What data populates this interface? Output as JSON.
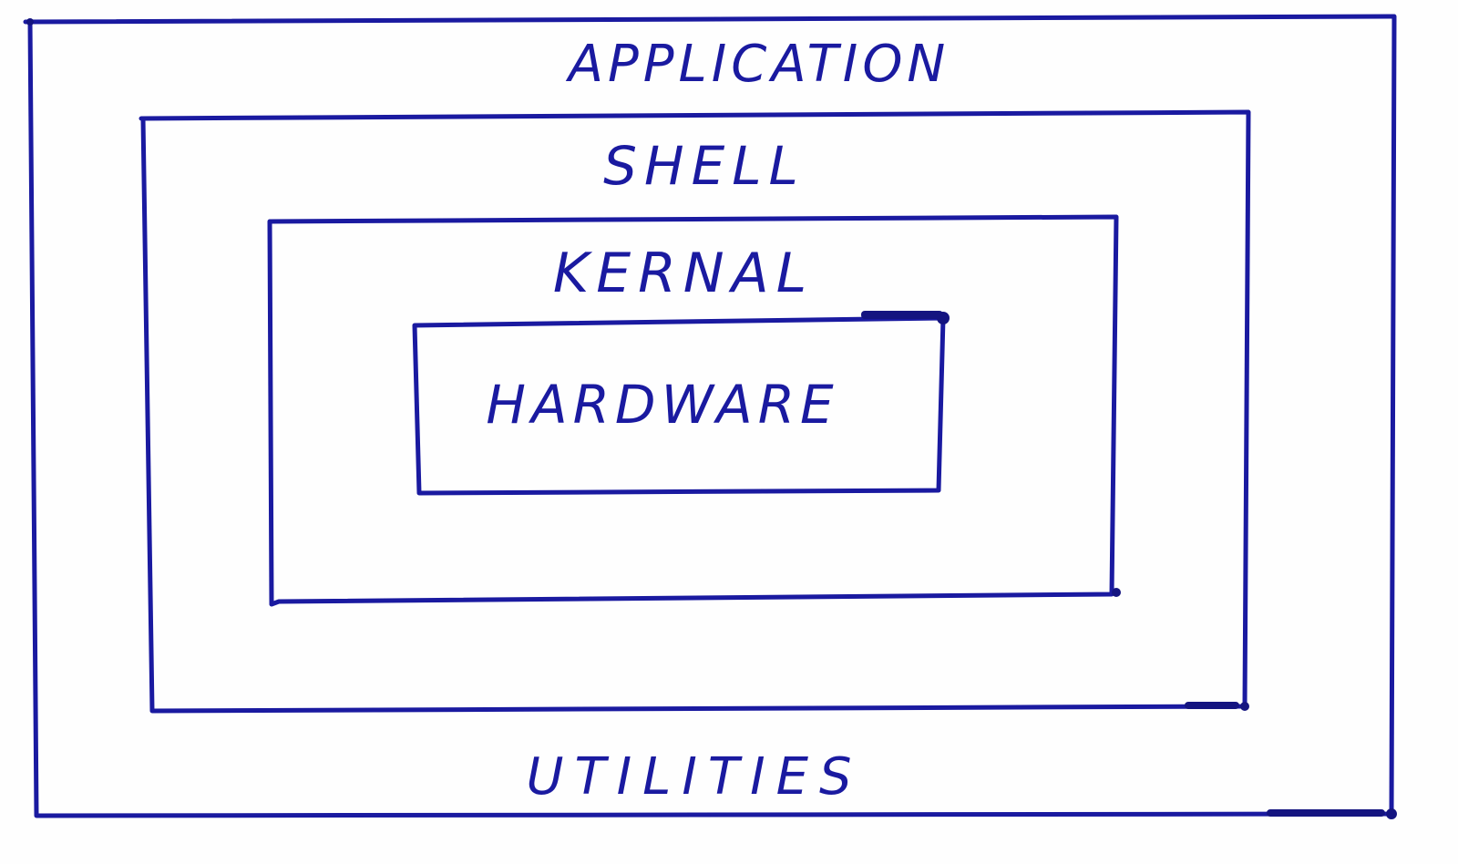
{
  "diagram": {
    "type": "nested-layers",
    "ink_color": "#1a1aa0",
    "layers": [
      {
        "id": "application",
        "label": "APPLICATION",
        "position": "outermost-top"
      },
      {
        "id": "shell",
        "label": "SHELL",
        "position": "second"
      },
      {
        "id": "kernal",
        "label": "KERNAL",
        "position": "third"
      },
      {
        "id": "hardware",
        "label": "HARDWARE",
        "position": "innermost"
      },
      {
        "id": "utilities",
        "label": "UTILITIES",
        "position": "outermost-bottom"
      }
    ]
  }
}
